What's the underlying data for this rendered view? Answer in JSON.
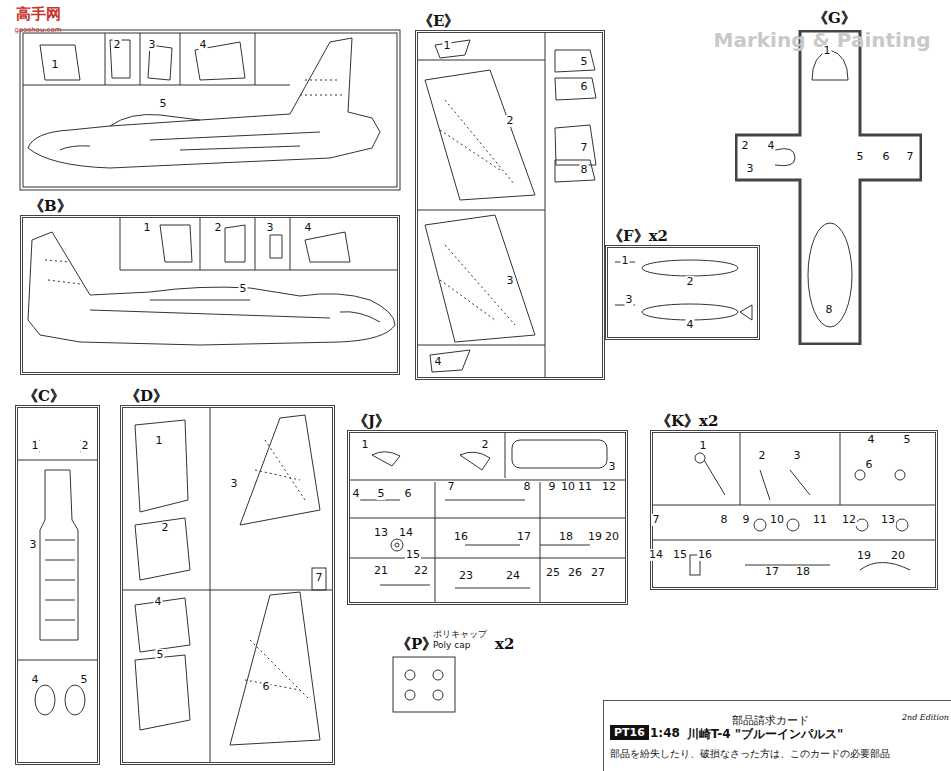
{
  "diagram": {
    "nodes": [
      {
        "text": [
          "《B》"
        ]
      },
      {
        "text": [
          "《C》"
        ]
      },
      {
        "text": [
          "《D》"
        ]
      },
      {
        "text": [
          "《E》"
        ]
      },
      {
        "text": [
          "《F》x2"
        ]
      },
      {
        "text": [
          "《G》"
        ]
      },
      {
        "text": [
          "《J》"
        ]
      },
      {
        "text": [
          "《K》x2"
        ]
      },
      {
        "text": [
          "《P》",
          "ポリキャップ",
          "Poly cap",
          "x2"
        ]
      },
      {
        "text": [
          "部品請求カード",
          "PT16",
          "1:48",
          "川崎T-4 \"ブルーインパルス\"",
          "2nd Edition",
          "部品を紛失したり、破損なさった方は、このカードの必要部品"
        ]
      }
    ],
    "labels": [
      "高手网",
      "gaoshou.com",
      "Marking & Painting",
      "1",
      "2",
      "3",
      "4",
      "5",
      "1",
      "2",
      "3",
      "4",
      "5",
      "1",
      "2",
      "3",
      "4",
      "5",
      "1",
      "3",
      "2",
      "7",
      "4",
      "5",
      "6",
      "1",
      "5",
      "6",
      "2",
      "7",
      "8",
      "3",
      "4",
      "1",
      "2",
      "3",
      "4",
      "1",
      "2",
      "3",
      "4",
      "5",
      "6",
      "7",
      "8",
      "1",
      "2",
      "3",
      "4",
      "5",
      "6",
      "7",
      "8",
      "9",
      "10",
      "11",
      "12",
      "13",
      "14",
      "15",
      "16",
      "17",
      "18",
      "19",
      "20",
      "21",
      "22",
      "23",
      "24",
      "25",
      "26",
      "27",
      "1",
      "2",
      "3",
      "4",
      "5",
      "6",
      "7",
      "8",
      "9",
      "10",
      "11",
      "12",
      "13",
      "14",
      "15",
      "16",
      "17",
      "18",
      "19",
      "20"
    ]
  }
}
